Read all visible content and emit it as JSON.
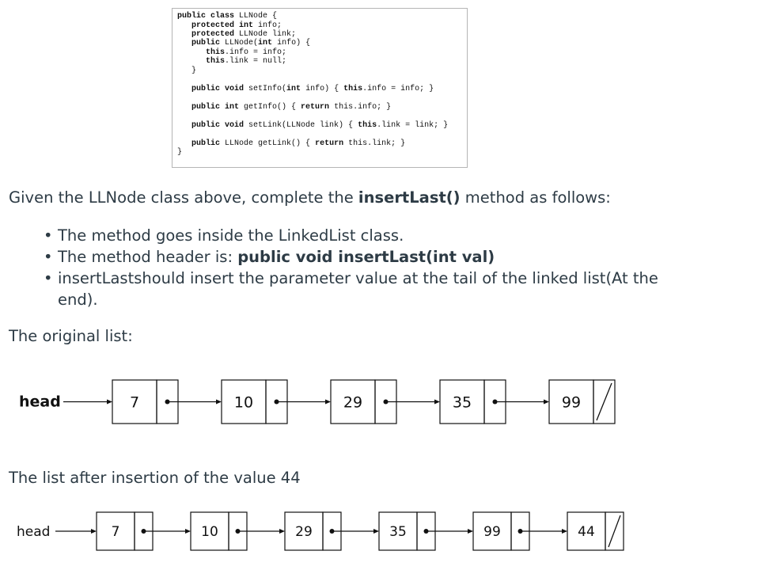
{
  "code": {
    "lines": [
      [
        {
          "t": "public class",
          "b": true
        },
        {
          "t": " LLNode {"
        }
      ],
      [
        {
          "t": "   "
        },
        {
          "t": "protected int",
          "b": true
        },
        {
          "t": " info;"
        }
      ],
      [
        {
          "t": "   "
        },
        {
          "t": "protected",
          "b": true
        },
        {
          "t": " LLNode link;"
        }
      ],
      [
        {
          "t": "   "
        },
        {
          "t": "public",
          "b": true
        },
        {
          "t": " LLNode("
        },
        {
          "t": "int",
          "b": true
        },
        {
          "t": " info) {"
        }
      ],
      [
        {
          "t": "      "
        },
        {
          "t": "this",
          "b": true
        },
        {
          "t": ".info = info;"
        }
      ],
      [
        {
          "t": "      "
        },
        {
          "t": "this",
          "b": true
        },
        {
          "t": ".link = null;"
        }
      ],
      [
        {
          "t": "   }"
        }
      ],
      [
        {
          "t": ""
        }
      ],
      [
        {
          "t": "   "
        },
        {
          "t": "public void",
          "b": true
        },
        {
          "t": " setInfo("
        },
        {
          "t": "int",
          "b": true
        },
        {
          "t": " info) { "
        },
        {
          "t": "this",
          "b": true
        },
        {
          "t": ".info = info; }"
        }
      ],
      [
        {
          "t": ""
        }
      ],
      [
        {
          "t": "   "
        },
        {
          "t": "public int",
          "b": true
        },
        {
          "t": " getInfo() { "
        },
        {
          "t": "return",
          "b": true
        },
        {
          "t": " this.info; }"
        }
      ],
      [
        {
          "t": ""
        }
      ],
      [
        {
          "t": "   "
        },
        {
          "t": "public void",
          "b": true
        },
        {
          "t": " setLink(LLNode link) { "
        },
        {
          "t": "this",
          "b": true
        },
        {
          "t": ".link = link; }"
        }
      ],
      [
        {
          "t": ""
        }
      ],
      [
        {
          "t": "   "
        },
        {
          "t": "public",
          "b": true
        },
        {
          "t": " LLNode getLink() { "
        },
        {
          "t": "return",
          "b": true
        },
        {
          "t": " this.link; }"
        }
      ],
      [
        {
          "t": "}"
        }
      ]
    ]
  },
  "intro": {
    "before": "Given the LLNode class above, complete the ",
    "method": "insertLast()",
    "after": " method as follows:"
  },
  "bullets": {
    "b1": "The method goes inside the LinkedList class.",
    "b2_prefix": "The method header is: ",
    "b2_bold": "public void insertLast(int val)",
    "b3_line1": "insertLastshould insert the parameter value at the tail of the linked list(At the",
    "b3_line2": "end)."
  },
  "original": {
    "caption": "The original list:",
    "head_label": "head",
    "values": [
      "7",
      "10",
      "29",
      "35",
      "99"
    ]
  },
  "after": {
    "caption": "The list after insertion of the value 44",
    "head_label": "head",
    "values": [
      "7",
      "10",
      "29",
      "35",
      "99",
      "44"
    ]
  }
}
